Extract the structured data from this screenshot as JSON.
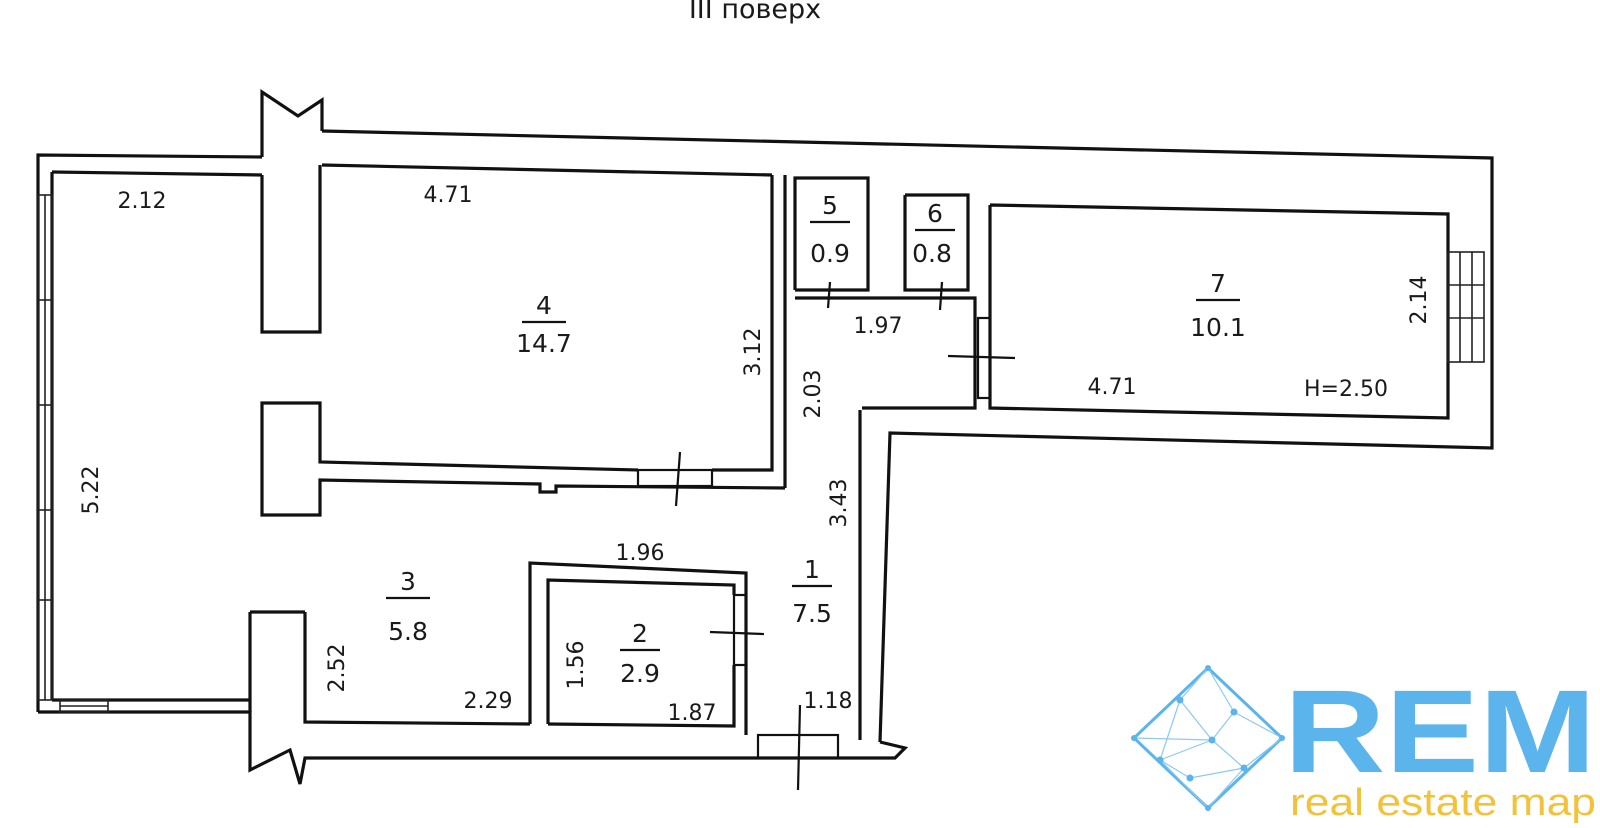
{
  "title": "ІІІ поверх",
  "rooms": [
    {
      "number": "1",
      "area": "7.5"
    },
    {
      "number": "2",
      "area": "2.9"
    },
    {
      "number": "3",
      "area": "5.8"
    },
    {
      "number": "4",
      "area": "14.7"
    },
    {
      "number": "5",
      "area": "0.9"
    },
    {
      "number": "6",
      "area": "0.8"
    },
    {
      "number": "7",
      "area": "10.1"
    }
  ],
  "dimensions": [
    "2.12",
    "4.71",
    "3.12",
    "2.03",
    "1.97",
    "4.71",
    "2.14",
    "5.22",
    "3.43",
    "1.96",
    "1.56",
    "1.87",
    "2.29",
    "2.52",
    "1.18"
  ],
  "ceiling_height": "H=2.50",
  "logo": {
    "name": "REM",
    "tagline": "real estate map",
    "primary_color": "#5bb4ec",
    "secondary_color": "#f2c23a"
  }
}
